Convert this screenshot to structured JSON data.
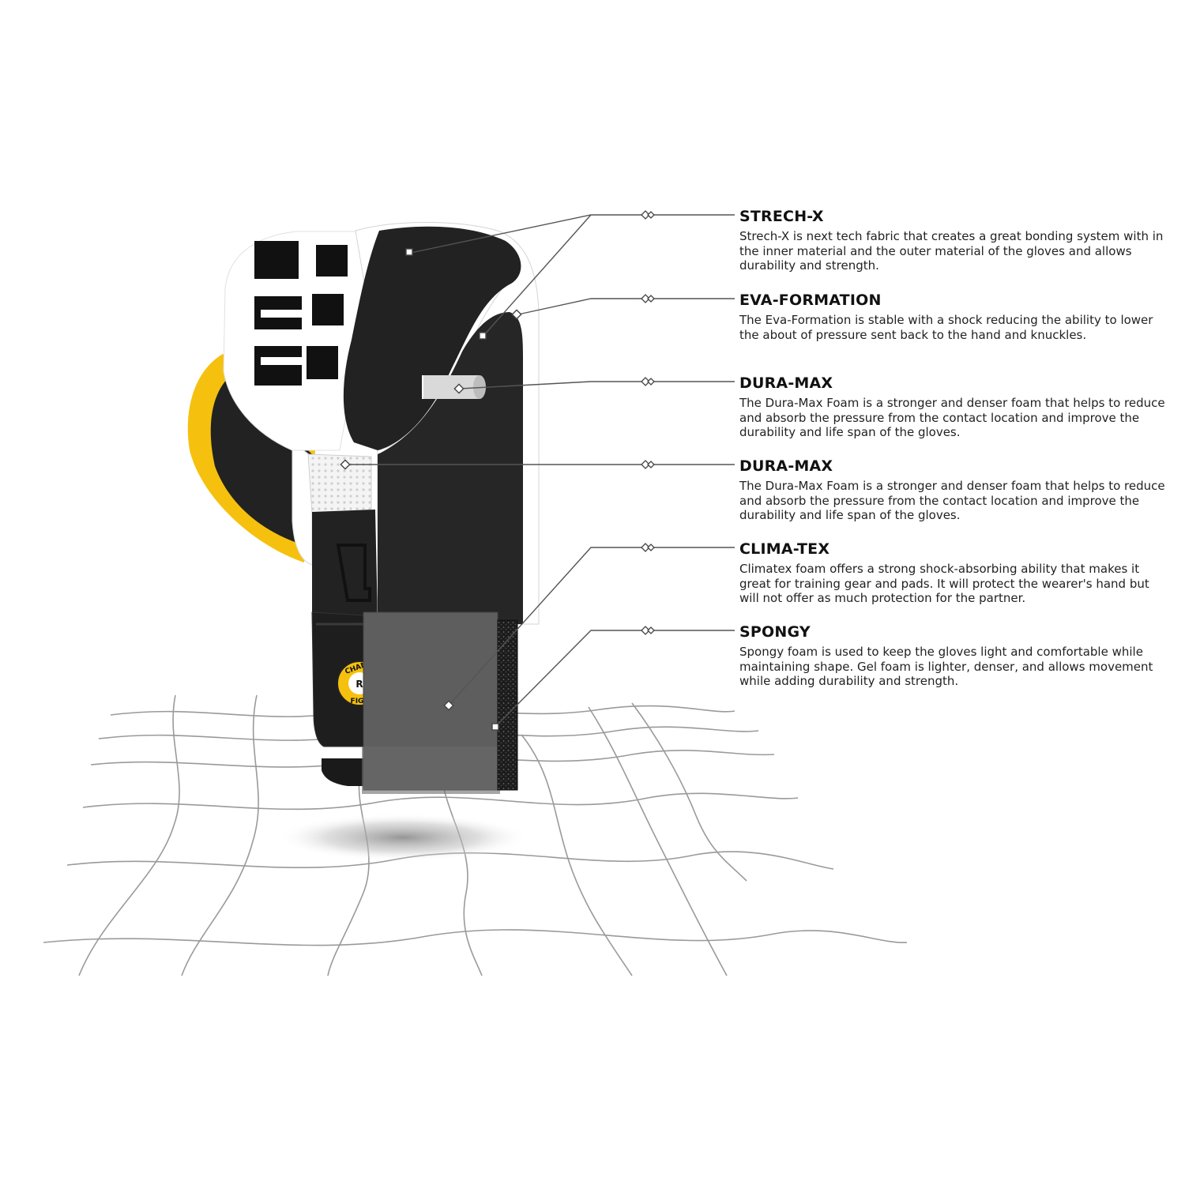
{
  "features": [
    {
      "title": "STRECH-X",
      "description": "Strech-X is next tech fabric that creates a great bonding system with in the inner material and the outer material of the gloves and allows durability and strength."
    },
    {
      "title": "EVA-FORMATION",
      "description": "The Eva-Formation is stable with a shock reducing the ability to lower the about of pressure sent back to the hand and knuckles."
    },
    {
      "title": "DURA-MAX",
      "description": "The Dura-Max Foam is a stronger and denser foam that helps to reduce and absorb the pressure from the contact location and improve the durability and life span of the gloves."
    },
    {
      "title": "DURA-MAX",
      "description": "The Dura-Max Foam is a stronger and denser foam that helps to reduce and absorb the pressure from the contact location and improve the durability and life span of the gloves."
    },
    {
      "title": "CLIMA-TEX",
      "description": "Climatex foam offers a strong shock-absorbing ability that makes it great for training gear and pads. It will protect the wearer's hand but will not offer as much protection for the partner."
    },
    {
      "title": "SPONGY",
      "description": "Spongy foam is used to keep the gloves light and comfortable while maintaining shape. Gel foam is lighter, denser, and allows movement while adding durability and strength."
    }
  ],
  "badge": {
    "line1": "CHAM",
    "line2": "FIG"
  },
  "colors": {
    "glove_black": "#222222",
    "accent_yellow": "#f5c10e",
    "leader_line": "#555555",
    "grid_line": "#9a9a9a",
    "insert_gray": "#5e5e5e"
  }
}
